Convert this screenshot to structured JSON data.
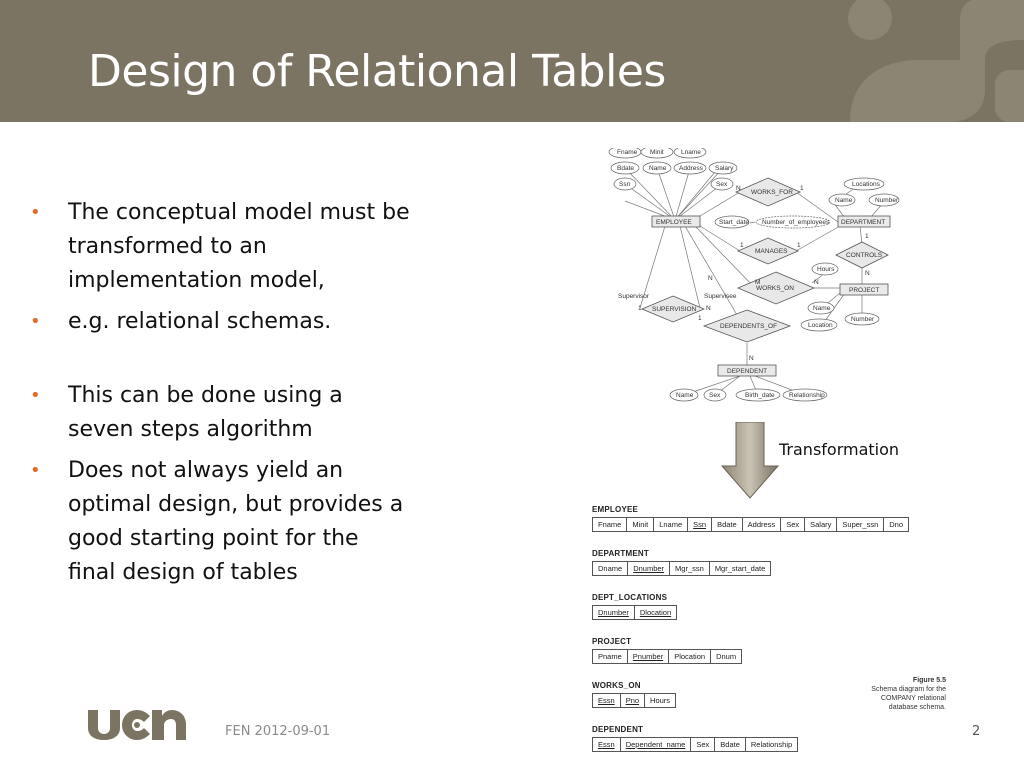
{
  "slide": {
    "title": "Design of Relational Tables",
    "bullets": [
      "The conceptual model must be transformed to an implementation model,",
      "e.g. relational schemas.",
      "This can be done using a seven steps algorithm",
      "Does not always yield an optimal design, but provides a good starting point for the final design of tables"
    ],
    "transformation_label": "Transformation",
    "footer_date": "FEN 2012-09-01",
    "page_number": "2",
    "logo_text": "UCN"
  },
  "er_diagram": {
    "attributes": [
      "Fname",
      "Minit",
      "Lname",
      "Bdate",
      "Name",
      "Address",
      "Salary",
      "Ssn",
      "Sex",
      "Locations",
      "Name",
      "Number",
      "Start_date",
      "Number_of_employees",
      "Hours",
      "Name",
      "Number",
      "Location",
      "Name",
      "Sex",
      "Birth_date",
      "Relationship"
    ],
    "entities": [
      "EMPLOYEE",
      "DEPARTMENT",
      "PROJECT",
      "DEPENDENT"
    ],
    "relationships": [
      "WORKS_FOR",
      "MANAGES",
      "CONTROLS",
      "WORKS_ON",
      "SUPERVISION",
      "DEPENDENTS_OF"
    ],
    "roles": [
      "Supervisor",
      "Supervisee"
    ],
    "cardinalities": [
      "N",
      "1",
      "1",
      "1",
      "1",
      "N",
      "M",
      "N",
      "1",
      "N",
      "1",
      "N",
      "N"
    ]
  },
  "schema_diagram": {
    "tables": [
      {
        "name": "EMPLOYEE",
        "columns": [
          "Fname",
          "Minit",
          "Lname",
          "Ssn",
          "Bdate",
          "Address",
          "Sex",
          "Salary",
          "Super_ssn",
          "Dno"
        ],
        "pk": [
          3
        ]
      },
      {
        "name": "DEPARTMENT",
        "columns": [
          "Dname",
          "Dnumber",
          "Mgr_ssn",
          "Mgr_start_date"
        ],
        "pk": [
          1
        ]
      },
      {
        "name": "DEPT_LOCATIONS",
        "columns": [
          "Dnumber",
          "Dlocation"
        ],
        "pk": [
          0,
          1
        ]
      },
      {
        "name": "PROJECT",
        "columns": [
          "Pname",
          "Pnumber",
          "Plocation",
          "Dnum"
        ],
        "pk": [
          1
        ]
      },
      {
        "name": "WORKS_ON",
        "columns": [
          "Essn",
          "Pno",
          "Hours"
        ],
        "pk": [
          0,
          1
        ]
      },
      {
        "name": "DEPENDENT",
        "columns": [
          "Essn",
          "Dependent_name",
          "Sex",
          "Bdate",
          "Relationship"
        ],
        "pk": [
          0,
          1
        ]
      }
    ],
    "caption_title": "Figure 5.5",
    "caption_text": "Schema diagram for the COMPANY relational database schema."
  },
  "colors": {
    "header_bg": "#7b7463",
    "bullet": "#e06c2c",
    "logo": "#7b7463"
  }
}
